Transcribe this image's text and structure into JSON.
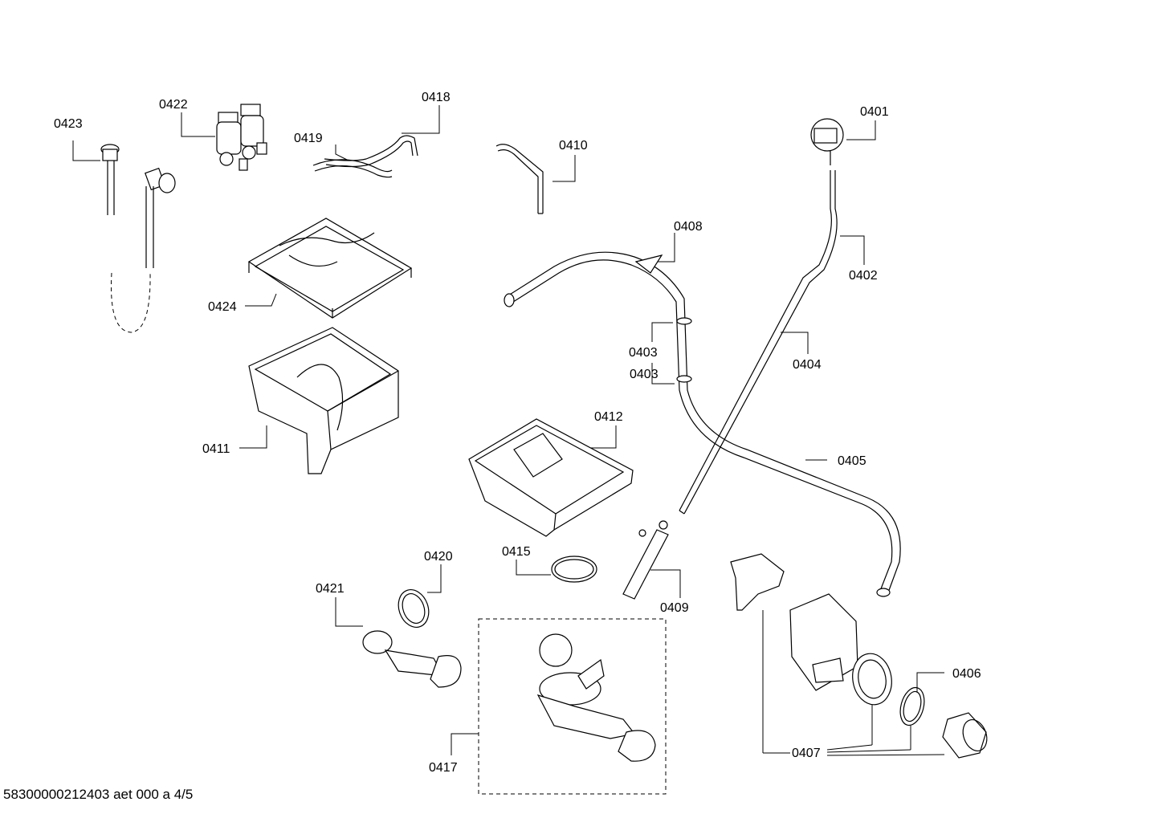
{
  "labels": {
    "p0401": "0401",
    "p0402": "0402",
    "p0403a": "0403",
    "p0403b": "0403",
    "p0404": "0404",
    "p0405": "0405",
    "p0406": "0406",
    "p0407": "0407",
    "p0408": "0408",
    "p0409": "0409",
    "p0410": "0410",
    "p0411": "0411",
    "p0412": "0412",
    "p0415": "0415",
    "p0417": "0417",
    "p0418": "0418",
    "p0419": "0419",
    "p0420": "0420",
    "p0421": "0421",
    "p0422": "0422",
    "p0423": "0423",
    "p0424": "0424"
  },
  "footer": "58300000212403 aet 000 a 4/5"
}
